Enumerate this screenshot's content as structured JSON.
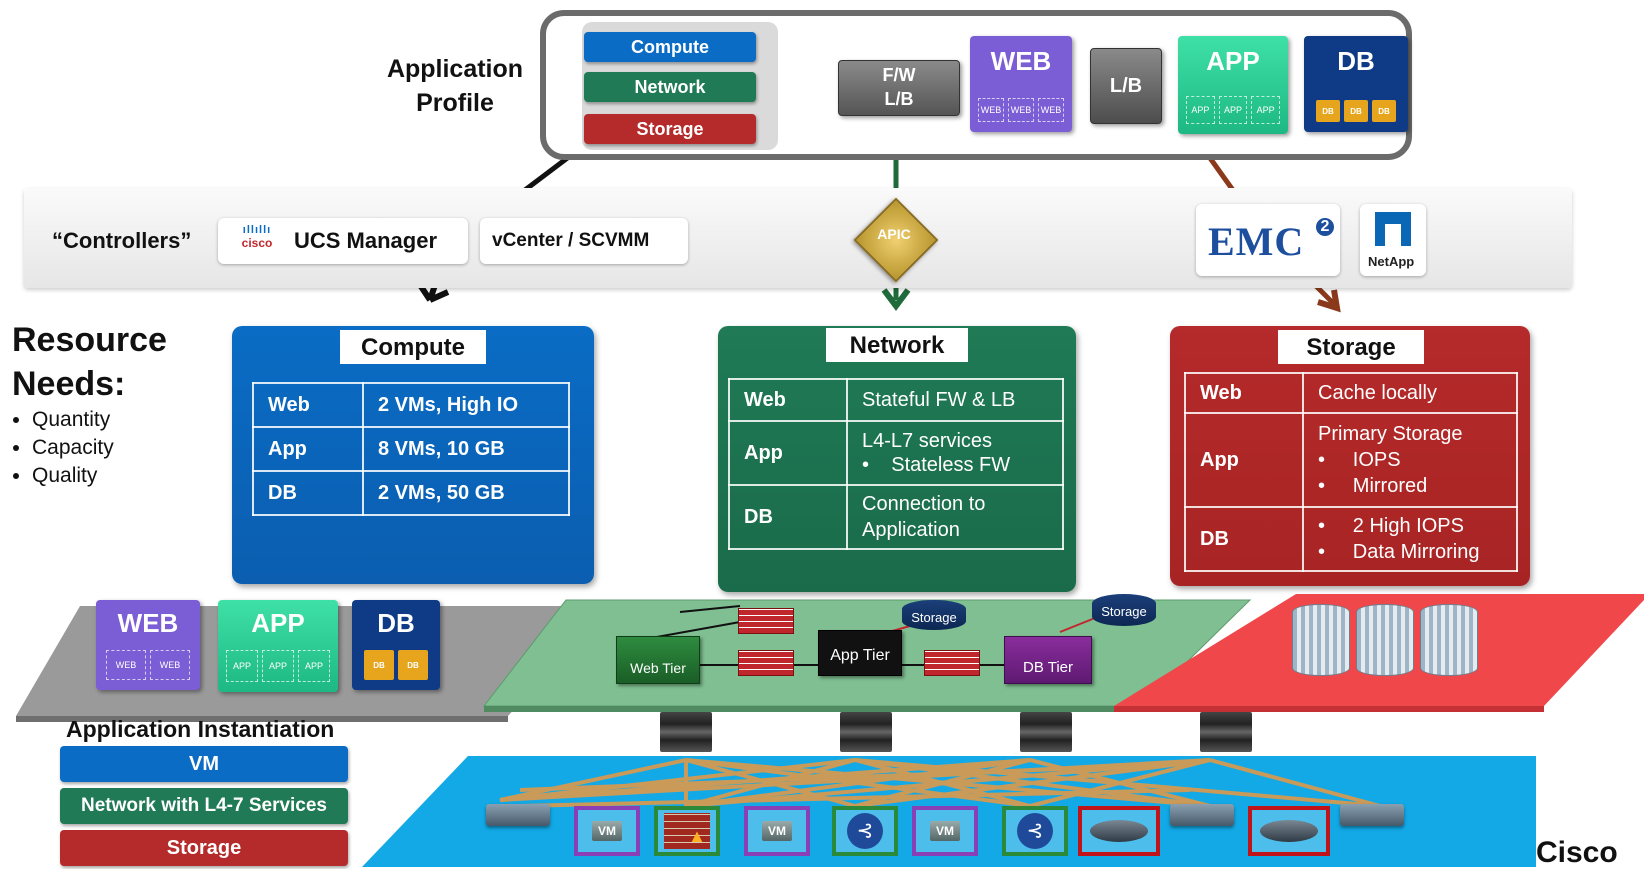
{
  "profile": {
    "label": "Application\nProfile",
    "legend": {
      "compute": "Compute",
      "network": "Network",
      "storage": "Storage"
    },
    "fwlb": "F/W\nL/B",
    "web": {
      "label": "WEB",
      "slots": [
        "WEB",
        "WEB",
        "WEB"
      ]
    },
    "lb": "L/B",
    "app": {
      "label": "APP",
      "slots": [
        "APP",
        "APP",
        "APP"
      ]
    },
    "db": {
      "label": "DB",
      "slots": [
        "DB",
        "DB",
        "DB"
      ]
    }
  },
  "controllers": {
    "label": "“Controllers”",
    "cisco_logo": "cisco",
    "ucs": "UCS Manager",
    "vcenter": "vCenter / SCVMM",
    "apic": "APIC",
    "emc": "EMC",
    "emc_sup": "2",
    "netapp": "NetApp"
  },
  "resource": {
    "title": "Resource\nNeeds:",
    "items": [
      "Quantity",
      "Capacity",
      "Quality"
    ]
  },
  "compute_panel": {
    "title": "Compute",
    "rows": [
      {
        "tier": "Web",
        "value": "2 VMs, High IO"
      },
      {
        "tier": "App",
        "value": "8 VMs, 10 GB"
      },
      {
        "tier": "DB",
        "value": "2 VMs, 50 GB"
      }
    ]
  },
  "network_panel": {
    "title": "Network",
    "rows": [
      {
        "tier": "Web",
        "lines": [
          "Stateful FW & LB"
        ]
      },
      {
        "tier": "App",
        "lines": [
          "L4-L7 services",
          "•    Stateless FW"
        ]
      },
      {
        "tier": "DB",
        "lines": [
          "Connection to",
          "Application"
        ]
      }
    ]
  },
  "storage_panel": {
    "title": "Storage",
    "rows": [
      {
        "tier": "Web",
        "lines": [
          "Cache locally"
        ]
      },
      {
        "tier": "App",
        "lines": [
          "Primary Storage",
          "•     IOPS",
          "•     Mirrored"
        ]
      },
      {
        "tier": "DB",
        "lines": [
          "•     2 High IOPS",
          "•     Data Mirroring"
        ]
      }
    ]
  },
  "instances": {
    "web": {
      "label": "WEB",
      "slots": [
        "WEB",
        "WEB"
      ]
    },
    "app": {
      "label": "APP",
      "slots": [
        "APP",
        "APP",
        "APP"
      ]
    },
    "db": {
      "label": "DB",
      "slots": [
        "DB",
        "DB"
      ]
    }
  },
  "network_plane": {
    "web_tier": "Web Tier",
    "app_tier": "App Tier",
    "db_tier": "DB Tier",
    "storage1": "Storage",
    "storage2": "Storage"
  },
  "instantiation": {
    "title": "Application Instantiation",
    "vm": "VM",
    "network": "Network with  L4-7 Services",
    "storage": "Storage"
  },
  "fabric": {
    "vm_label": "VM"
  },
  "brand": "Cisco",
  "colors": {
    "compute": "#0a6cc4",
    "network": "#1f7a55",
    "storage": "#b52a2a",
    "web": "#7b5ed6",
    "app": "#2fcf9a",
    "db": "#0f3a86",
    "fabric": "#12a9e6",
    "gray": "#6a6a6a"
  }
}
